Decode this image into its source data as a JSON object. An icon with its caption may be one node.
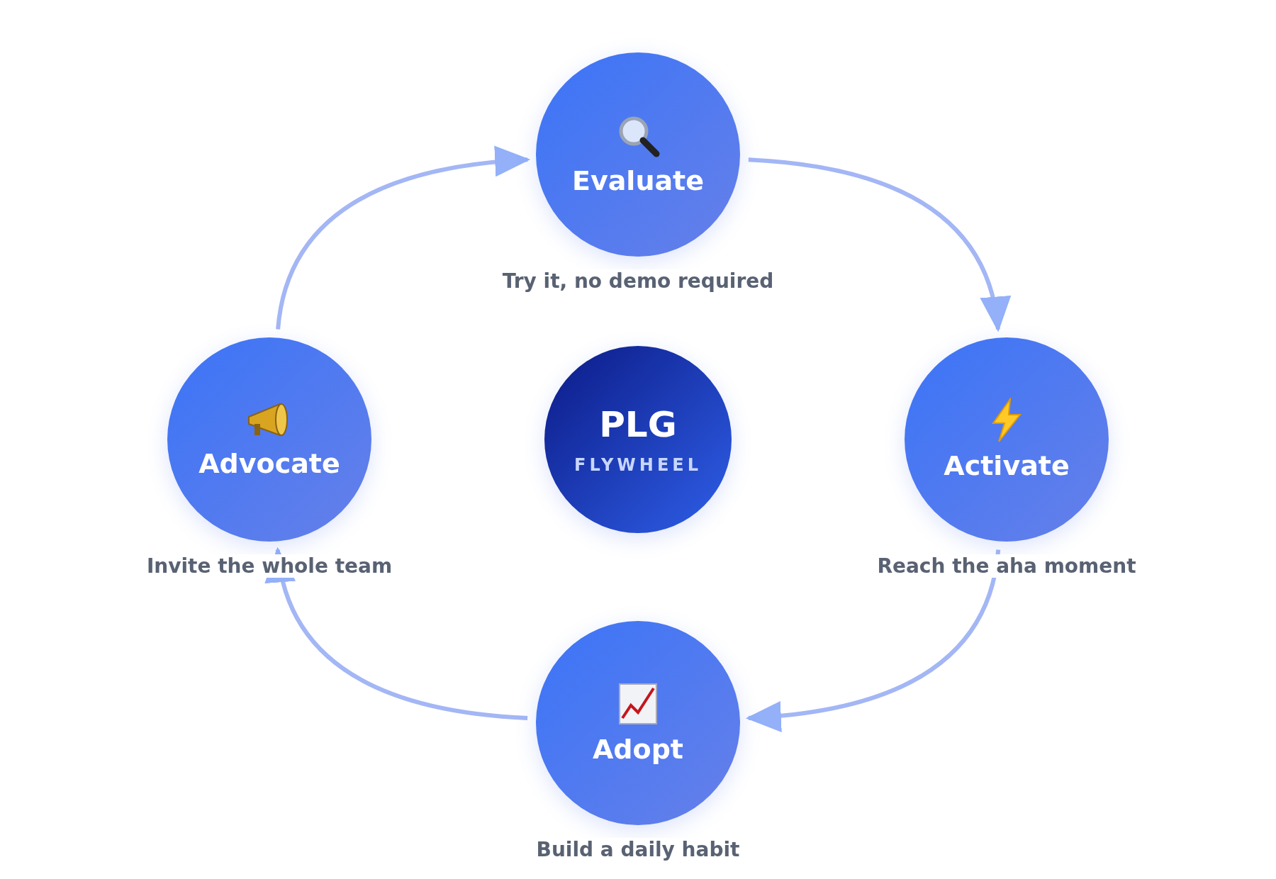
{
  "diagram": {
    "nodes": [
      {
        "text": [
          "Evaluate"
        ],
        "beside": [
          "Try it, no demo required"
        ]
      },
      {
        "text": [
          "Activate"
        ],
        "beside": [
          "Reach the aha moment"
        ]
      },
      {
        "text": [
          "Adopt"
        ],
        "beside": [
          "Build a daily habit"
        ]
      },
      {
        "text": [
          "Advocate"
        ],
        "beside": [
          "Invite the whole team"
        ]
      },
      {
        "text": [
          "PLG",
          "FLYWHEEL"
        ]
      }
    ],
    "edges": [
      {
        "from": 0,
        "to": 1,
        "arrow": "to"
      },
      {
        "from": 1,
        "to": 2,
        "arrow": "to"
      },
      {
        "from": 2,
        "to": 3,
        "arrow": "to"
      },
      {
        "from": 3,
        "to": 0,
        "arrow": "to"
      }
    ]
  }
}
